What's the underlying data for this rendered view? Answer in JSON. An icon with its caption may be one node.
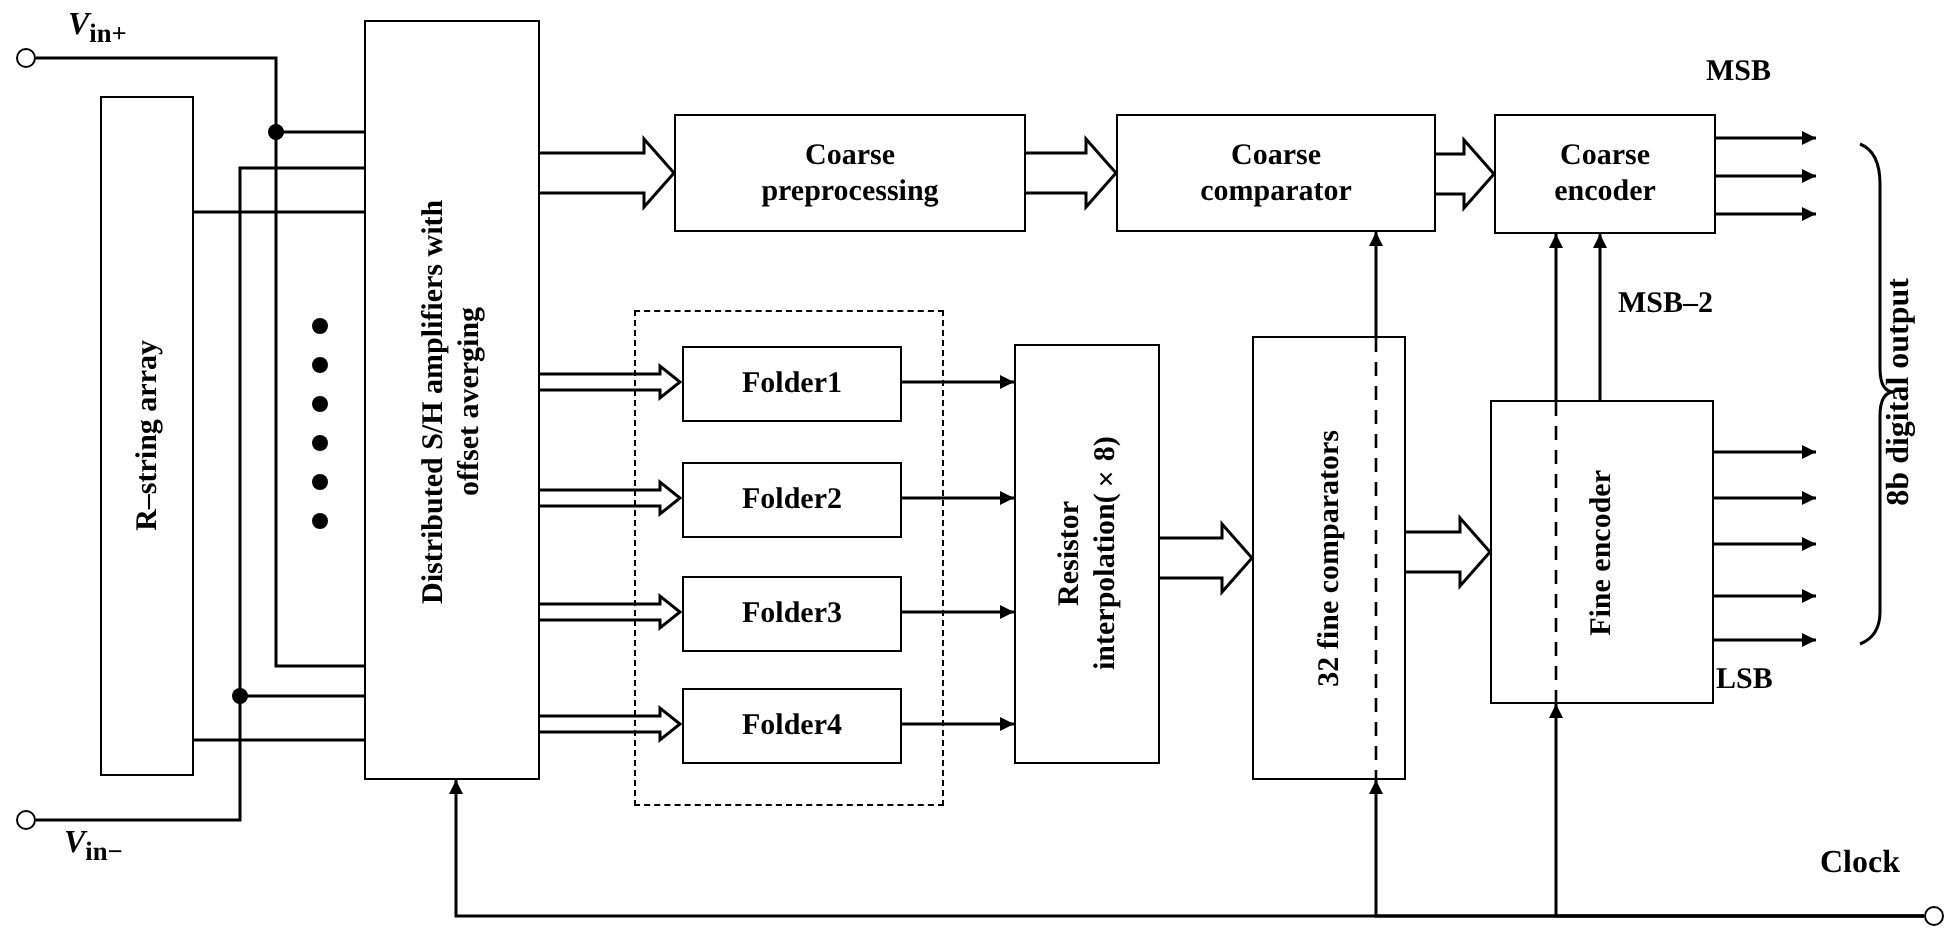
{
  "diagram": {
    "nodes": [
      {
        "text": [],
        "shape": "circle",
        "beside": [
          "*V*$_{in+}$"
        ]
      },
      {
        "text": [],
        "shape": "circle",
        "beside": [
          "*V*$_{in−}$"
        ]
      },
      {
        "text": [
          "R–string array"
        ]
      },
      {
        "text": [
          "Distributed S/H amplifiers with offset averging"
        ]
      },
      {
        "text": [
          "Coarse preprocessing"
        ]
      },
      {
        "text": [
          "Coarse comparator"
        ]
      },
      {
        "text": [
          "Coarse encoder"
        ]
      },
      {
        "text": [],
        "shape": "box"
      },
      {
        "text": [
          "Folder1"
        ],
        "in": 7
      },
      {
        "text": [
          "Folder2"
        ],
        "in": 7
      },
      {
        "text": [
          "Folder3"
        ],
        "in": 7
      },
      {
        "text": [
          "Folder4"
        ],
        "in": 7
      },
      {
        "text": [
          "Resistor interpolation(×8)"
        ]
      },
      {
        "text": [
          "32 fine comparators"
        ]
      },
      {
        "text": [
          "Fine encoder"
        ]
      },
      {
        "text": [],
        "shape": "circle",
        "beside": [
          "Clock"
        ]
      }
    ],
    "edges": [
      {
        "from": 0,
        "to": 3,
        "arrow": "none"
      },
      {
        "from": 1,
        "to": 3,
        "arrow": "none"
      },
      {
        "from": 2,
        "to": 3,
        "arrow": "none"
      },
      {
        "from": 2,
        "to": 3,
        "arrow": "none"
      },
      {
        "from": 3,
        "to": 4,
        "arrow": "to",
        "style": "thick"
      },
      {
        "from": 3,
        "to": 8,
        "arrow": "to",
        "style": "thick"
      },
      {
        "from": 3,
        "to": 9,
        "arrow": "to",
        "style": "thick"
      },
      {
        "from": 3,
        "to": 10,
        "arrow": "to",
        "style": "thick"
      },
      {
        "from": 3,
        "to": 11,
        "arrow": "to",
        "style": "thick"
      },
      {
        "from": 4,
        "to": 5,
        "arrow": "to",
        "style": "thick"
      },
      {
        "from": 5,
        "to": 6,
        "arrow": "to",
        "style": "thick"
      },
      {
        "from": 8,
        "to": 12,
        "arrow": "to"
      },
      {
        "from": 9,
        "to": 12,
        "arrow": "to"
      },
      {
        "from": 10,
        "to": 12,
        "arrow": "to"
      },
      {
        "from": 11,
        "to": 12,
        "arrow": "to"
      },
      {
        "from": 12,
        "to": 13,
        "arrow": "to",
        "style": "thick"
      },
      {
        "from": 13,
        "to": 14,
        "arrow": "to",
        "style": "thick"
      },
      {
        "from": 13,
        "to": 5,
        "arrow": "to"
      },
      {
        "from": 14,
        "to": 6,
        "arrow": "to"
      },
      {
        "from": 14,
        "to": 6,
        "arrow": "to",
        "label": "MSB–2"
      },
      {
        "from": 15,
        "to": 3,
        "arrow": "to"
      },
      {
        "from": 15,
        "to": 13,
        "arrow": "to"
      },
      {
        "from": 15,
        "to": 14,
        "arrow": "to"
      },
      {
        "from": 6,
        "to": null,
        "arrow": "to"
      },
      {
        "from": 6,
        "to": null,
        "arrow": "to"
      },
      {
        "from": 6,
        "to": null,
        "arrow": "to"
      },
      {
        "from": 14,
        "to": null,
        "arrow": "to"
      },
      {
        "from": 14,
        "to": null,
        "arrow": "to"
      },
      {
        "from": 14,
        "to": null,
        "arrow": "to"
      },
      {
        "from": 14,
        "to": null,
        "arrow": "to"
      },
      {
        "from": 14,
        "to": null,
        "arrow": "to"
      }
    ],
    "labels": [
      "MSB",
      "8b digital output",
      "LSB"
    ]
  }
}
